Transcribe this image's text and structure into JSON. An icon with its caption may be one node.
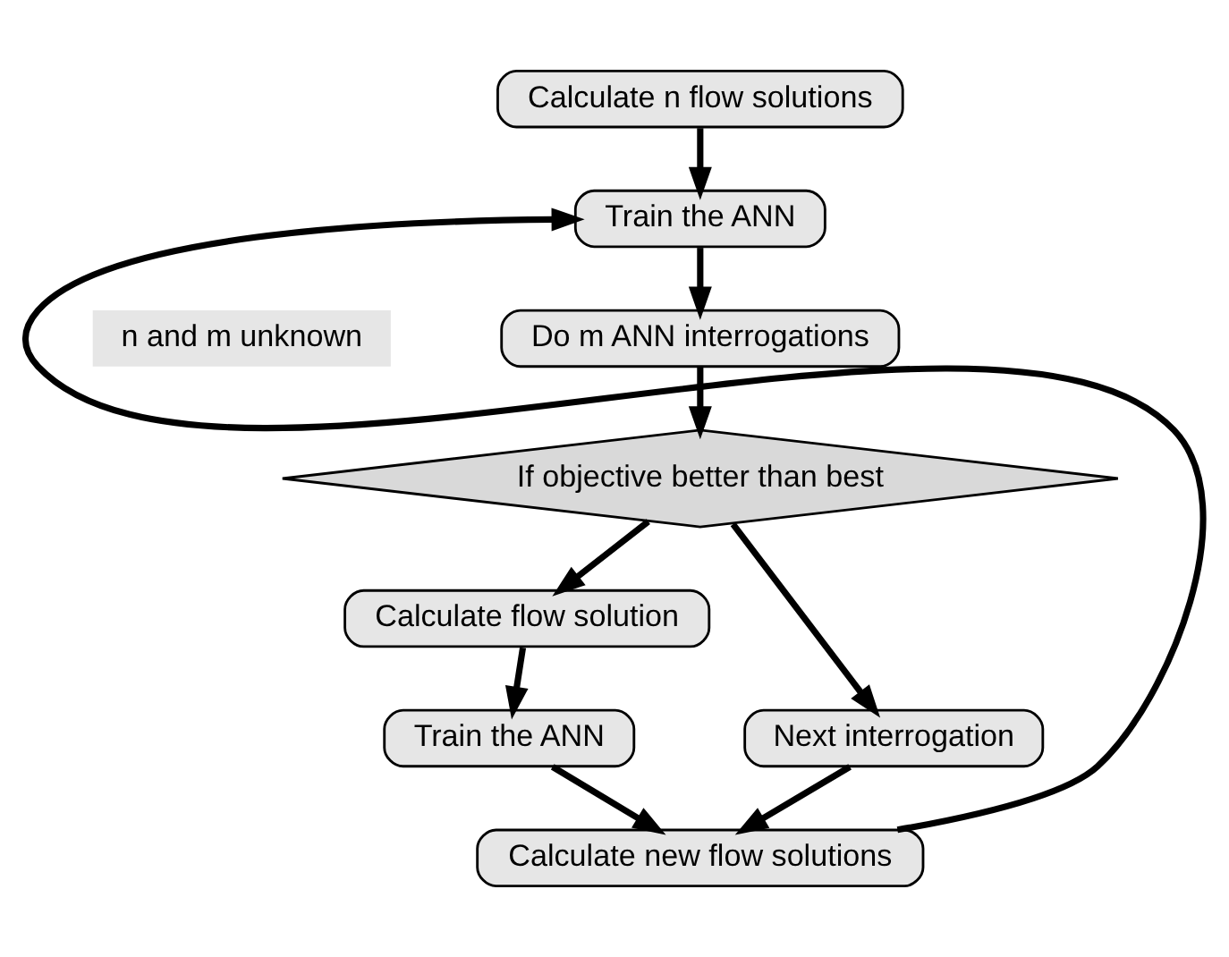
{
  "diagram": {
    "nodes": [
      {
        "text": [
          "Calculate n flow solutions"
        ]
      },
      {
        "text": [
          "Train the ANN"
        ]
      },
      {
        "text": [
          "Do m ANN interrogations"
        ]
      },
      {
        "text": [
          "If objective better than best"
        ]
      },
      {
        "text": [
          "Calculate flow solution"
        ]
      },
      {
        "text": [
          "Train the ANN"
        ]
      },
      {
        "text": [
          "Next interrogation"
        ]
      },
      {
        "text": [
          "Calculate new flow solutions"
        ]
      }
    ],
    "edges": [
      {
        "from": 0,
        "to": 1,
        "arrow": "to"
      },
      {
        "from": 1,
        "to": 2,
        "arrow": "to"
      },
      {
        "from": 2,
        "to": 3,
        "arrow": "to"
      },
      {
        "from": 3,
        "to": 4,
        "arrow": "to"
      },
      {
        "from": 3,
        "to": 6,
        "arrow": "to"
      },
      {
        "from": 4,
        "to": 5,
        "arrow": "to"
      },
      {
        "from": 5,
        "to": 7,
        "arrow": "to"
      },
      {
        "from": 6,
        "to": 7,
        "arrow": "to"
      },
      {
        "from": 7,
        "to": 1,
        "arrow": "to"
      }
    ],
    "labels": [
      "n and m unknown"
    ]
  }
}
